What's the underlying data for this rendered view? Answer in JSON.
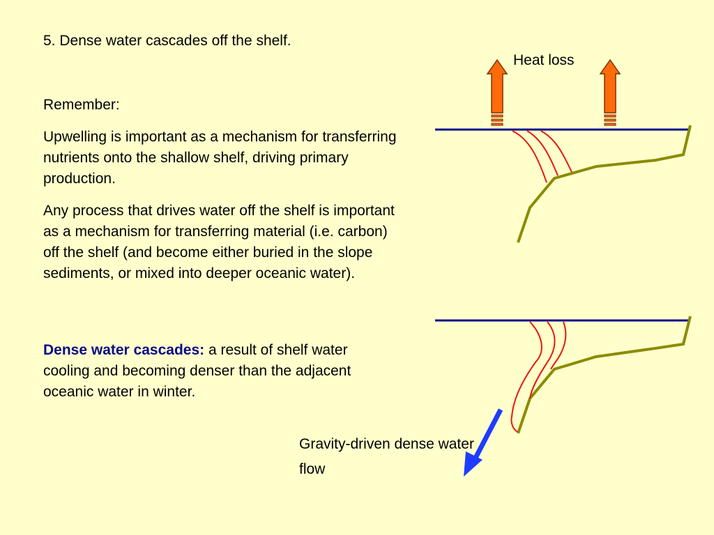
{
  "slide": {
    "title": "5. Dense water cascades off the shelf.",
    "remember": "Remember:",
    "para1": "Upwelling is important as a mechanism for transferring nutrients onto the shallow shelf, driving primary production.",
    "para2": "Any process that drives water off the shelf is important as a mechanism for transferring material (i.e. carbon) off the shelf (and become either buried in the slope sediments, or mixed into deeper oceanic water).",
    "para3_bold": "Dense water cascades:",
    "para3_rest": " a result of shelf water cooling and becoming denser than the adjacent oceanic water in winter."
  },
  "diagram": {
    "heat_label": "Heat loss",
    "gravity_label": "Gravity-driven dense water flow",
    "colors": {
      "background": "#FFFFCC",
      "sea_surface": "#0A0A8C",
      "seabed": "#8B8B00",
      "isopycnal": "#E8190A",
      "heat_arrow_fill": "#FF6A0A",
      "heat_arrow_stroke": "#7A3300",
      "flow_arrow": "#1E3CFF"
    },
    "icons": [
      "heat-loss-arrow-icon",
      "dense-water-flow-arrow-icon"
    ]
  }
}
